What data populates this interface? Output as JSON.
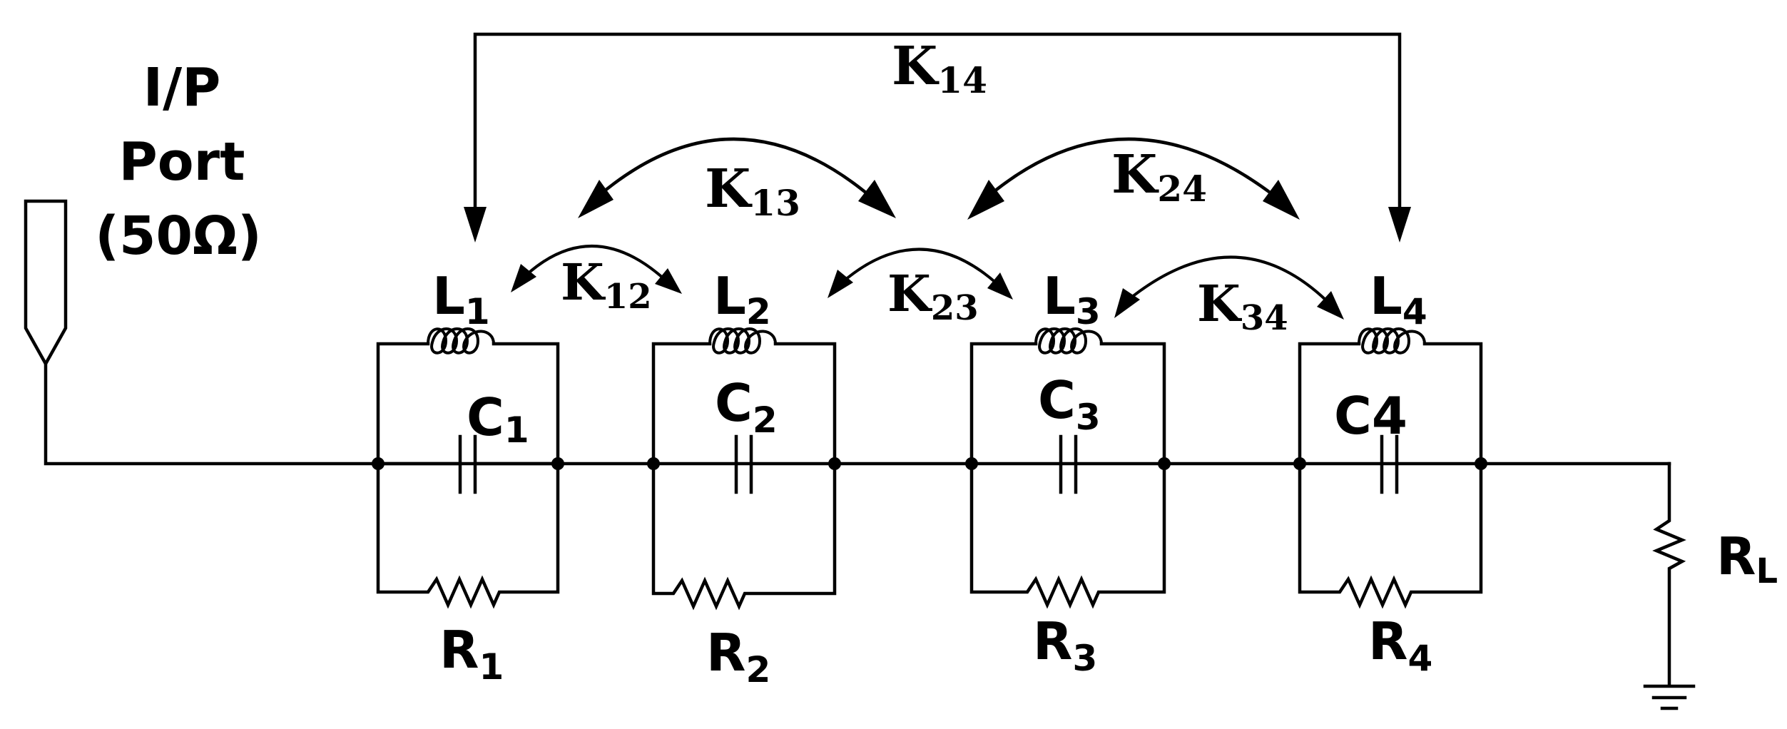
{
  "input_port": {
    "line1": "I/P",
    "line2": "Port",
    "line3": "(50Ω)"
  },
  "resonators": [
    {
      "inductor": "L",
      "inductor_sub": "1",
      "capacitor": "C",
      "capacitor_sub": "1",
      "resistor": "R",
      "resistor_sub": "1"
    },
    {
      "inductor": "L",
      "inductor_sub": "2",
      "capacitor": "C",
      "capacitor_sub": "2",
      "resistor": "R",
      "resistor_sub": "2"
    },
    {
      "inductor": "L",
      "inductor_sub": "3",
      "capacitor": "C",
      "capacitor_sub": "3",
      "resistor": "R",
      "resistor_sub": "3"
    },
    {
      "inductor": "L",
      "inductor_sub": "4",
      "capacitor": "C4",
      "capacitor_sub": "",
      "resistor": "R",
      "resistor_sub": "4"
    }
  ],
  "couplings": [
    {
      "name": "K",
      "sub": "12"
    },
    {
      "name": "K",
      "sub": "23"
    },
    {
      "name": "K",
      "sub": "34"
    },
    {
      "name": "K",
      "sub": "13"
    },
    {
      "name": "K",
      "sub": "24"
    },
    {
      "name": "K",
      "sub": "14"
    }
  ],
  "load": {
    "name": "R",
    "sub": "L"
  }
}
